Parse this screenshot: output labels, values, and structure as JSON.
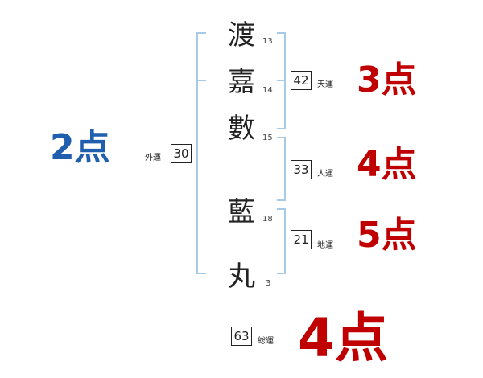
{
  "name_chars": [
    {
      "char": "渡",
      "strokes": "13"
    },
    {
      "char": "嘉",
      "strokes": "14"
    },
    {
      "char": "數",
      "strokes": "15"
    },
    {
      "char": "藍",
      "strokes": "18"
    },
    {
      "char": "丸",
      "strokes": "3"
    }
  ],
  "gaiun": {
    "label": "外運",
    "value": "30",
    "score": "2点"
  },
  "tenun": {
    "label": "天運",
    "value": "42",
    "score": "3点"
  },
  "jinun": {
    "label": "人運",
    "value": "33",
    "score": "4点"
  },
  "chiun": {
    "label": "地運",
    "value": "21",
    "score": "5点"
  },
  "souun": {
    "label": "総運",
    "value": "63",
    "score": "4点"
  },
  "colors": {
    "bracket": "#a7cbe6",
    "good": "#1f5fae",
    "bad": "#c00000"
  }
}
